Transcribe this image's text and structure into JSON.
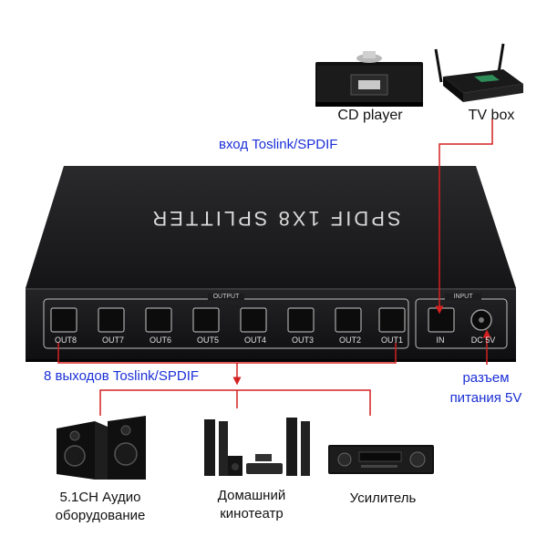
{
  "device": {
    "title": "SPDIF 1X8 SPLITTER",
    "output_group_label": "OUTPUT",
    "input_group_label": "INPUT",
    "ports": [
      "OUT8",
      "OUT7",
      "OUT6",
      "OUT5",
      "OUT4",
      "OUT3",
      "OUT2",
      "OUT1"
    ],
    "in_label": "IN",
    "dc_label": "DC 5V"
  },
  "sources": {
    "cd_player": "CD player",
    "tv_box": "TV box"
  },
  "annotations": {
    "input": "вход Toslink/SPDIF",
    "outputs": "8 выходов Toslink/SPDIF",
    "power_line1": "разъем",
    "power_line2": "питания 5V"
  },
  "outputs": {
    "audio_line1": "5.1CH Аудио",
    "audio_line2": "оборудование",
    "theater_line1": "Домашний",
    "theater_line2": "кинотеатр",
    "amplifier": "Усилитель"
  },
  "colors": {
    "arrow": "#d42020",
    "annotation_text": "#1a2fd6",
    "device_body": "#1c1c1e"
  }
}
